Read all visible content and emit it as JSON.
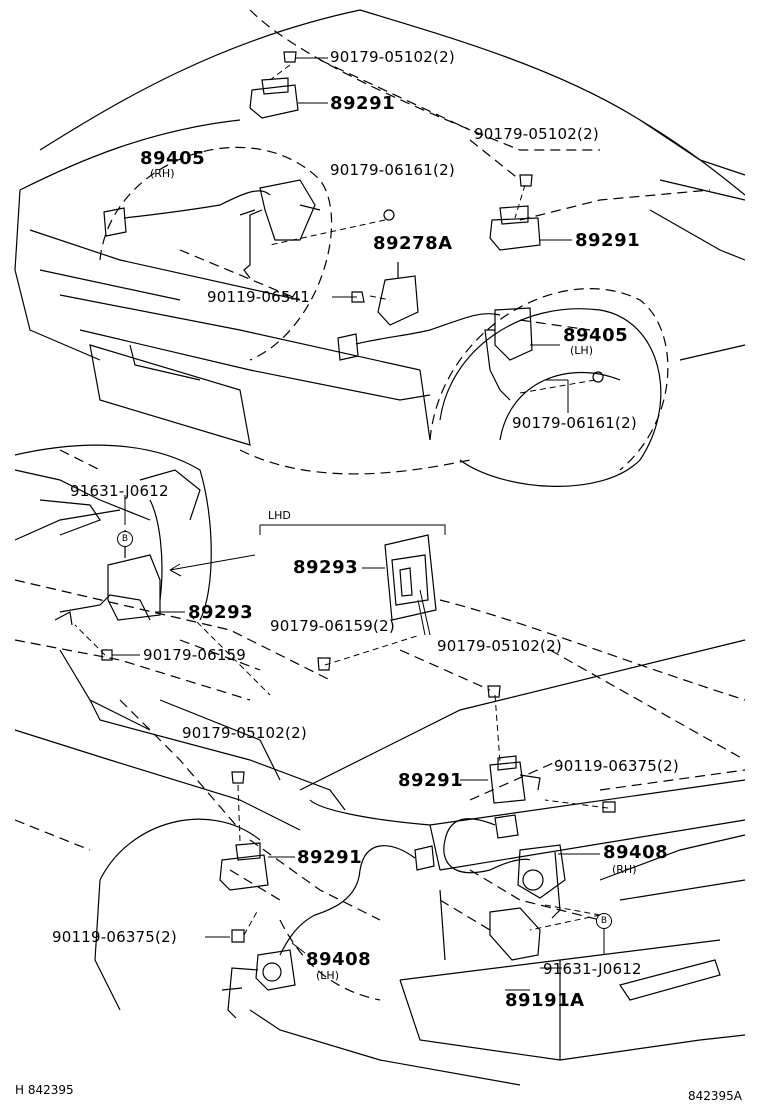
{
  "diagram": {
    "labels": {
      "l1": "90179-05102(2)",
      "l2": "89291",
      "l3": "90179-05102(2)",
      "l4": "89405",
      "l4s": "(RH)",
      "l5": "90179-06161(2)",
      "l6": "89278A",
      "l7": "89291",
      "l8": "90119-06541",
      "l9": "89405",
      "l9s": "(LH)",
      "l10": "90179-06161(2)",
      "l11": "91631-J0612",
      "l12": "LHD",
      "l13": "89293",
      "l14": "89293",
      "l15": "90179-06159(2)",
      "l16": "90179-05102(2)",
      "l17": "90179-06159",
      "l18": "90179-05102(2)",
      "l19": "89291",
      "l20": "90119-06375(2)",
      "l21": "89291",
      "l22": "89408",
      "l22s": "(RH)",
      "l23": "90119-06375(2)",
      "l24": "89408",
      "l24s": "(LH)",
      "l25": "91631-J0612",
      "l26": "89191A",
      "ref_left": "H 842395",
      "ref_right": "842395A",
      "marker_b1": "B",
      "marker_b2": "B"
    }
  }
}
